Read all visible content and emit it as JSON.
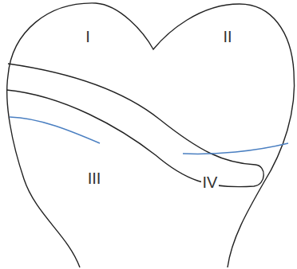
{
  "diagram": {
    "labels": [
      "I",
      "II",
      "III",
      "IV"
    ]
  }
}
